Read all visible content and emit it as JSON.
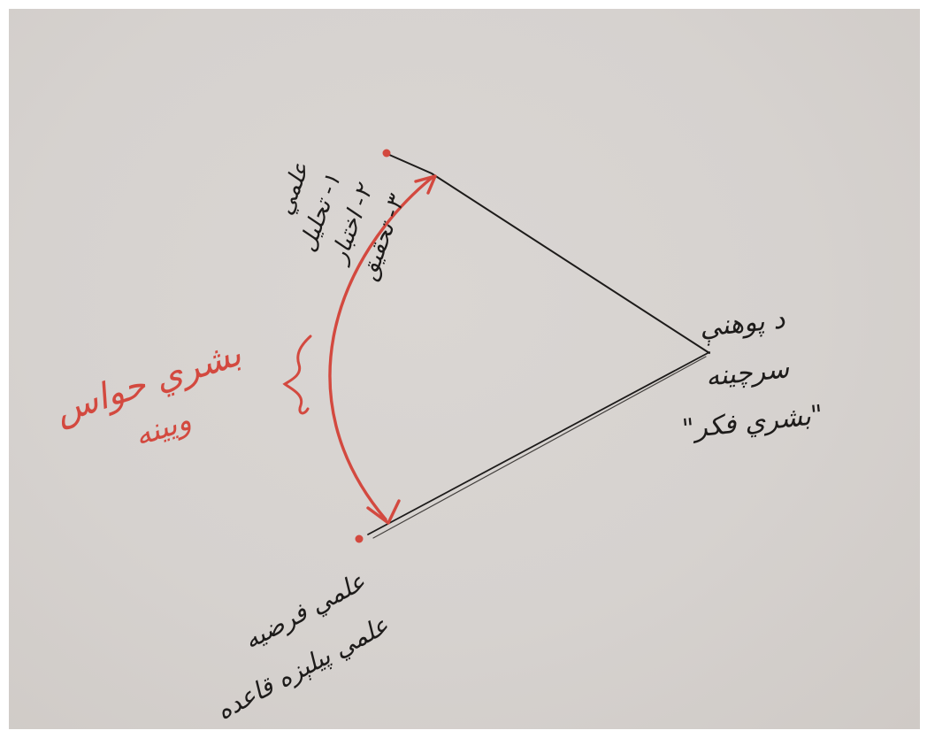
{
  "colors": {
    "paper": "#d6d2cf",
    "black_ink": "#1d1b1a",
    "red_ink": "#d3493f"
  },
  "labels": {
    "top_lines": [
      "علمي",
      "۱- تحلیل",
      "۲- اختبار",
      "۳- تحقیق"
    ],
    "bottom_lines": [
      "علمي فرضیه",
      "علمي پیلېزه قاعده"
    ],
    "right_lines": [
      "د پوهنې",
      "سرچینه",
      "\"بشري فکر\""
    ],
    "left_lines": [
      "بشري حواس",
      "ویینه"
    ]
  }
}
